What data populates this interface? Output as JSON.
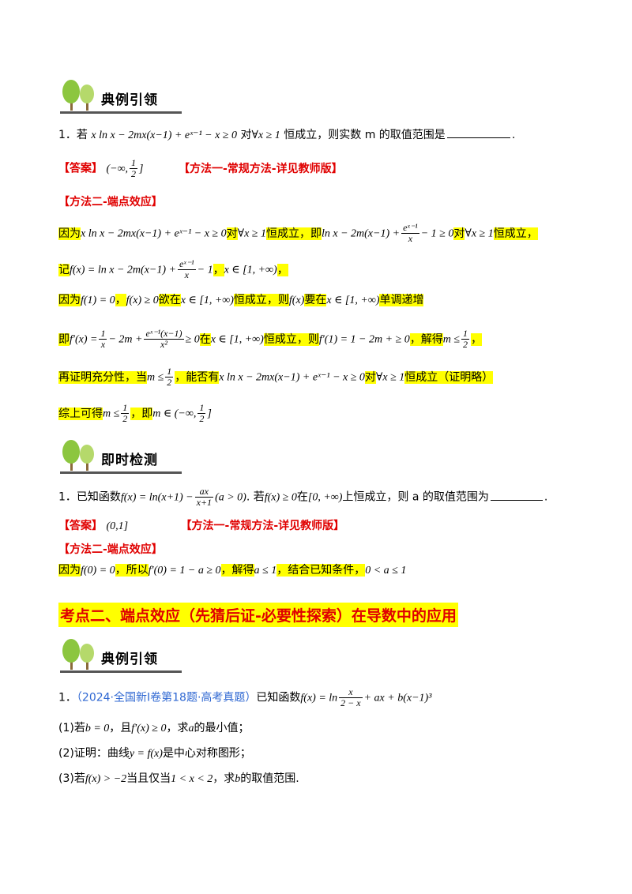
{
  "sections": {
    "example1": "典例引领",
    "check": "即时检测",
    "example2": "典例引领"
  },
  "topic_title": "考点二、端点效应（先猜后证-必要性探索）在导数中的应用",
  "q1": {
    "num": "1．",
    "pre": "若",
    "expr": "x ln x − 2mx(x−1) + eˣ⁻¹ − x ≥ 0",
    "mid": "对",
    "cond": "∀x ≥ 1",
    "post": "恒成立，则实数 m 的取值范围是",
    "end": "."
  },
  "answer1": {
    "label": "【答案】",
    "value_pre": "(−∞,",
    "value_num": "1",
    "value_den": "2",
    "value_post": "]",
    "method1": "【方法一-常规方法-详见教师版】",
    "method2": "【方法二-端点效应】"
  },
  "sol1": {
    "l1a": "因为",
    "l1b": "x ln x − 2mx(x−1) + eˣ⁻¹ − x ≥ 0",
    "l1c": "对",
    "l1d": "∀x ≥ 1",
    "l1e": "恒成立，即",
    "l1f": "ln x − 2m(x−1) +",
    "l1g_num": "eˣ⁻¹",
    "l1g_den": "x",
    "l1h": "− 1 ≥ 0",
    "l1i": "对",
    "l1j": "∀x ≥ 1",
    "l1k": "恒成立，",
    "l2a": "记",
    "l2b": "f(x) = ln x − 2m(x−1) +",
    "l2c_num": "eˣ⁻¹",
    "l2c_den": "x",
    "l2d": "− 1",
    "l2e": "，",
    "l2f": "x ∈ [1, +∞)",
    "l2g": "，",
    "l3a": "因为",
    "l3b": "f(1) = 0",
    "l3c": "，",
    "l3d": "f(x) ≥ 0",
    "l3e": "欲在",
    "l3f": "x ∈ [1, +∞)",
    "l3g": "恒成立，则",
    "l3h": "f(x)",
    "l3i": "要在",
    "l3j": "x ∈ [1, +∞)",
    "l3k": "单调递增",
    "l4a": "即",
    "l4b": "f′(x) =",
    "l4c_num": "1",
    "l4c_den": "x",
    "l4d": "− 2m +",
    "l4e_num": "eˣ⁻¹(x−1)",
    "l4e_den": "x²",
    "l4f": "≥ 0",
    "l4g": "在",
    "l4h": "x ∈ [1, +∞)",
    "l4i": "恒成立，则",
    "l4j": "f′(1) = 1 − 2m + ≥ 0",
    "l4k": "，解得",
    "l4l": "m ≤",
    "l4m_num": "1",
    "l4m_den": "2",
    "l4n": "，",
    "l5a": "再证明充分性，当",
    "l5b": "m ≤",
    "l5c_num": "1",
    "l5c_den": "2",
    "l5d": "，能否有",
    "l5e": "x ln x − 2mx(x−1) + eˣ⁻¹ − x ≥ 0",
    "l5f": "对",
    "l5g": "∀x ≥ 1",
    "l5h": "恒成立（证明略）",
    "l6a": "综上可得",
    "l6b": "m ≤",
    "l6c_num": "1",
    "l6c_den": "2",
    "l6d": "，即",
    "l6e": "m ∈ (−∞,",
    "l6f_num": "1",
    "l6f_den": "2",
    "l6g": "]"
  },
  "q2": {
    "num": "1．",
    "pre": "已知函数",
    "expr": "f(x) = ln(x+1) −",
    "frac_num": "ax",
    "frac_den": "x+1",
    "cond": "(a > 0)",
    "mid": ". 若",
    "expr2": "f(x) ≥ 0",
    "mid2": "在",
    "interval": "[0, +∞)",
    "post": "上恒成立，则 a 的取值范围为",
    "end": "."
  },
  "answer2": {
    "label": "【答案】",
    "value": "(0,1]",
    "method1": "【方法一-常规方法-详见教师版】",
    "method2": "【方法二-端点效应】"
  },
  "sol2": {
    "a": "因为",
    "b": "f(0) = 0",
    "c": "，所以",
    "d": "f′(0) = 1 − a ≥ 0",
    "e": "，解得",
    "f": "a ≤ 1",
    "g": "，结合已知条件，",
    "h": "0 < a ≤ 1"
  },
  "q3": {
    "num": "1．",
    "source": "（2024·全国新Ⅰ卷第18题·高考真题）",
    "pre": "已知函数",
    "expr": "f(x) = ln",
    "frac_num": "x",
    "frac_den": "2 − x",
    "expr_post": "+ ax + b(x−1)³",
    "p1a": "(1)若",
    "p1b": "b = 0",
    "p1c": "，且",
    "p1d": "f′(x) ≥ 0",
    "p1e": "，求",
    "p1f": "a",
    "p1g": "的最小值；",
    "p2a": "(2)证明：曲线",
    "p2b": "y = f(x)",
    "p2c": "是中心对称图形；",
    "p3a": "(3)若",
    "p3b": "f(x) > −2",
    "p3c": "当且仅当",
    "p3d": "1 < x < 2",
    "p3e": "，求",
    "p3f": "b",
    "p3g": "的取值范围."
  }
}
